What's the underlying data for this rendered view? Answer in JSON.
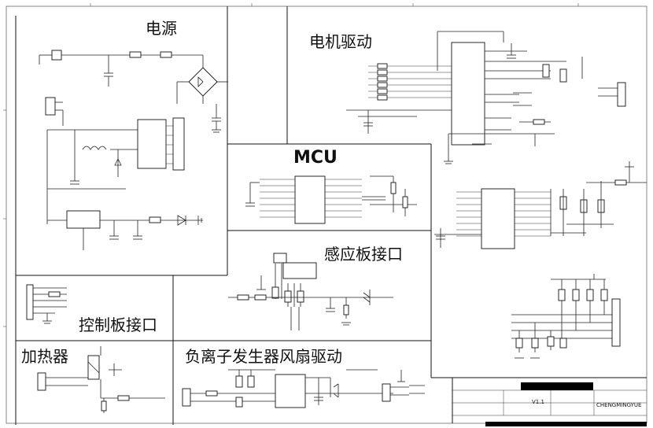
{
  "sections": {
    "power": "电源",
    "motor": "电机驱动",
    "mcu": "MCU",
    "sensor": "感应板接口",
    "control": "控制板接口",
    "heater": "加热器",
    "ion_fan": "负离子发生器风扇驱动"
  },
  "title_block": {
    "version": "V1.1",
    "company": "CHENGMINGYUE"
  }
}
